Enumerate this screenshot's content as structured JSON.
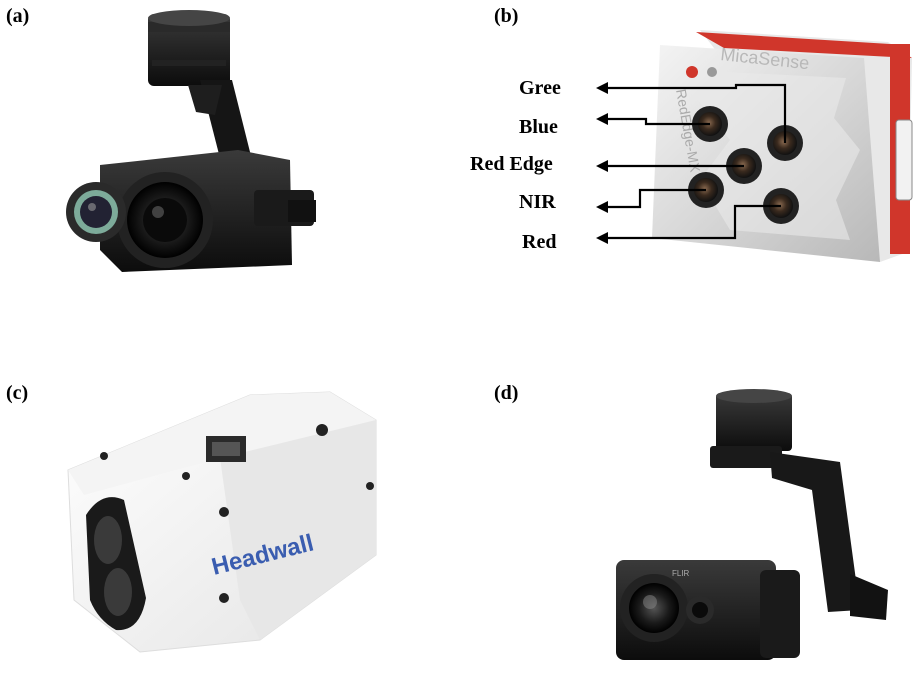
{
  "panels": {
    "a": {
      "label": "(a)",
      "camera": "thermal-zoom-gimbal-camera"
    },
    "b": {
      "label": "(b)",
      "camera": "multispectral-camera",
      "brand": "MicaSense",
      "model": "RedEdge-MX",
      "bands": [
        "Gree",
        "Blue",
        "Red Edge",
        "NIR",
        "Red"
      ]
    },
    "c": {
      "label": "(c)",
      "camera": "hyperspectral-camera",
      "brand": "Headwall"
    },
    "d": {
      "label": "(d)",
      "camera": "thermal-gimbal-camera",
      "brand": "FLIR"
    }
  },
  "colors": {
    "text": "#000000",
    "accent_red": "#d0362b",
    "headwall_blue": "#3a5db0"
  }
}
